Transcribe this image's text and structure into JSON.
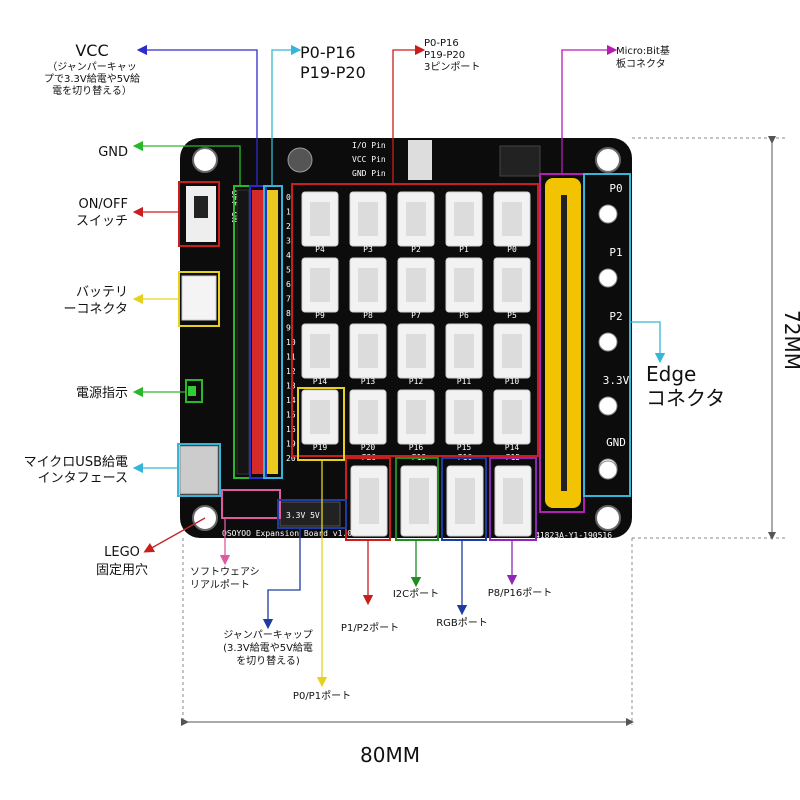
{
  "labels": {
    "vcc_title": "VCC",
    "vcc_desc_1": "（ジャンパーキャッ",
    "vcc_desc_2": "プで3.3V給電や5V給",
    "vcc_desc_3": "電を切り替える）",
    "p0p16_top_1": "P0-P16",
    "p0p16_top_2": "P19-P20",
    "pins3_1": "P0-P16",
    "pins3_2": "P19-P20",
    "pins3_3": "3ピンポート",
    "microbit_1": "Micro:Bit基",
    "microbit_2": "板コネクタ",
    "gnd": "GND",
    "onoff_1": "ON/OFF",
    "onoff_2": "スイッチ",
    "battery_1": "バッテリ",
    "battery_2": "ーコネクタ",
    "power_ind": "電源指示",
    "usb_1": "マイクロUSB給電",
    "usb_2": "インタフェース",
    "lego_1": "LEGO",
    "lego_2": "固定用穴",
    "soft_serial_1": "ソフトウェアシ",
    "soft_serial_2": "リアルポート",
    "jumper_1": "ジャンパーキャップ",
    "jumper_2": "(3.3V給電や5V給電",
    "jumper_3": "を切り替える)",
    "p0p1_port": "P0/P1ポート",
    "p1p2_port": "P1/P2ポート",
    "i2c_port": "I2Cポート",
    "rgb_port": "RGBポート",
    "p8p16_port": "P8/P16ポート",
    "edge_1": "Edge",
    "edge_2": "コネクタ",
    "dim_height": "72MM",
    "dim_width": "80MM"
  },
  "board": {
    "io_pin": "I/O Pin",
    "vcc_pin": "VCC Pin",
    "gnd_pin": "GND Pin",
    "name": "OSOYOO Expansion Board v1.0",
    "code": "41823A-Y1-190516",
    "onoff_text": "OFF ON",
    "edge_labels": [
      "P0",
      "P1",
      "P2",
      "3.3V",
      "GND"
    ],
    "grid_rows": [
      [
        "P4",
        "P3",
        "P2",
        "P1",
        "P0"
      ],
      [
        "P9",
        "P8",
        "P7",
        "P6",
        "P5"
      ],
      [
        "P14",
        "P13",
        "P12",
        "P11",
        "P10"
      ],
      [
        "P19",
        "P20",
        "P16",
        "P15",
        "P14"
      ]
    ],
    "header_numbers": [
      "0",
      "1",
      "2",
      "3",
      "4",
      "5",
      "6",
      "7",
      "8",
      "9",
      "10",
      "11",
      "12",
      "13",
      "14",
      "15",
      "16",
      "19",
      "20"
    ],
    "bottom_ports": [
      "P20",
      "P19",
      "P16",
      "P15"
    ],
    "jumper_text": "3.3V  5V"
  },
  "colors": {
    "vcc": "#2c2cc8",
    "cyan": "#35b6d8",
    "red": "#c81e1e",
    "magenta": "#b41eb4",
    "green": "#2ab82a",
    "yellow": "#e6d21e",
    "dark_red": "#c0282a",
    "pink": "#e05aa0",
    "dark_green": "#1e8c1e",
    "navy": "#1e3ca0",
    "purple": "#8c28b4",
    "pcb": "#0c0c0c",
    "dim": "#888888"
  }
}
